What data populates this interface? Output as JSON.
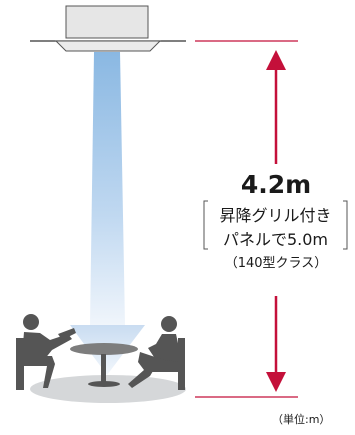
{
  "annotation": {
    "height": "4.2m",
    "note_line1": "昇降グリル付き",
    "note_line2": "パネルで5.0m",
    "note_line3": "（140型クラス）"
  },
  "unit_label": "（単位:m）",
  "colors": {
    "arrow": "#c4103a",
    "airflow_top": "#7fb2e0",
    "airflow_bottom": "#eef4fb",
    "unit_body": "#e5e5e5",
    "ceiling": "#333333",
    "floor_shadow": "#d6d8da",
    "people": "#555555"
  }
}
